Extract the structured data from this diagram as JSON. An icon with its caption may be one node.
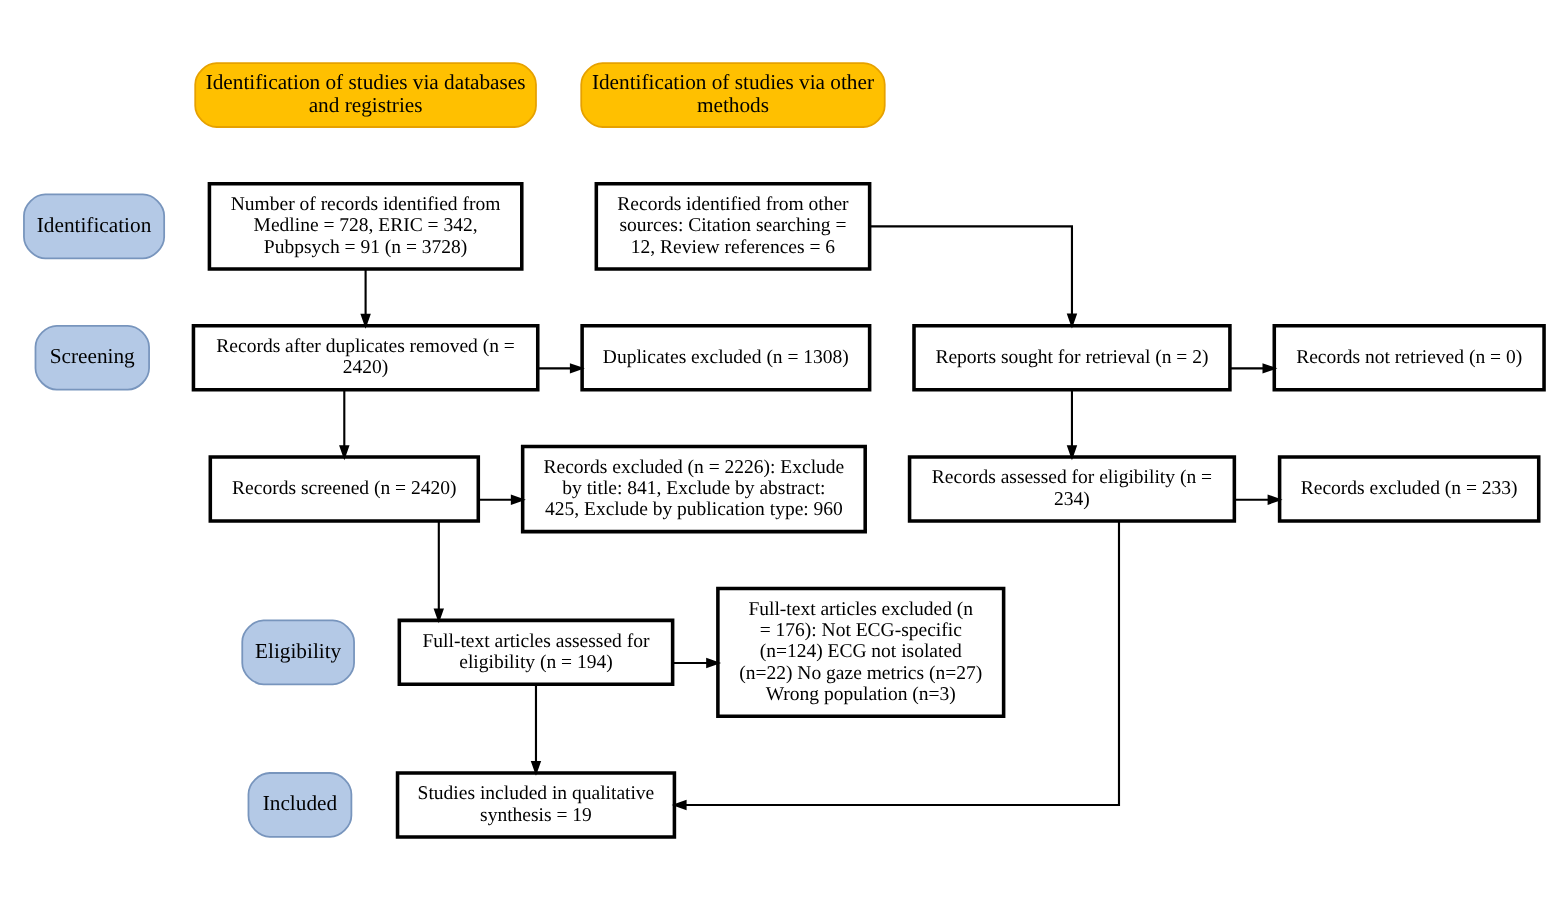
{
  "diagram": {
    "nodes": [
      {
        "text": [
          "Identification of studies via databases and registries"
        ]
      },
      {
        "text": [
          "Identification of studies via other methods"
        ]
      },
      {
        "text": [
          "Identification"
        ]
      },
      {
        "text": [
          "Screening"
        ]
      },
      {
        "text": [
          "Eligibility"
        ]
      },
      {
        "text": [
          "Included"
        ]
      },
      {
        "text": [
          "Number of records identified from Medline = 728, ERIC = 342, Pubpsych = 91 (n = 3728)"
        ]
      },
      {
        "text": [
          "Records after duplicates removed (n = 2420)"
        ]
      },
      {
        "text": [
          "Duplicates excluded (n = 1308)"
        ]
      },
      {
        "text": [
          "Records screened (n = 2420)"
        ]
      },
      {
        "text": [
          "Records excluded (n = 2226): Exclude by title: 841, Exclude by abstract: 425, Exclude by publication type: 960"
        ]
      },
      {
        "text": [
          "Full-text articles assessed for eligibility (n = 194)"
        ]
      },
      {
        "text": [
          "Full-text articles excluded (n = 176): Not ECG-specific (n=124) ECG not isolated (n=22) No gaze metrics (n=27) Wrong population (n=3)"
        ]
      },
      {
        "text": [
          "Studies included in qualitative synthesis = 19"
        ]
      },
      {
        "text": [
          "Records identified from other sources: Citation searching = 12, Review references = 6"
        ]
      },
      {
        "text": [
          "Reports sought for retrieval (n = 2)"
        ]
      },
      {
        "text": [
          "Records not retrieved (n = 0)"
        ]
      },
      {
        "text": [
          "Records assessed for eligibility (n = 234)"
        ]
      },
      {
        "text": [
          "Records excluded (n = 233)"
        ]
      }
    ],
    "edges": [
      {
        "from": 6,
        "to": 7,
        "arrow": "to"
      },
      {
        "from": 7,
        "to": 8,
        "arrow": "to"
      },
      {
        "from": 7,
        "to": 9,
        "arrow": "to"
      },
      {
        "from": 9,
        "to": 10,
        "arrow": "to"
      },
      {
        "from": 9,
        "to": 11,
        "arrow": "to"
      },
      {
        "from": 11,
        "to": 12,
        "arrow": "to"
      },
      {
        "from": 11,
        "to": 13,
        "arrow": "to"
      },
      {
        "from": 14,
        "to": 15,
        "arrow": "to"
      },
      {
        "from": 15,
        "to": 16,
        "arrow": "to"
      },
      {
        "from": 15,
        "to": 17,
        "arrow": "to"
      },
      {
        "from": 17,
        "to": 18,
        "arrow": "to"
      },
      {
        "from": 17,
        "to": 13,
        "arrow": "to"
      }
    ]
  }
}
